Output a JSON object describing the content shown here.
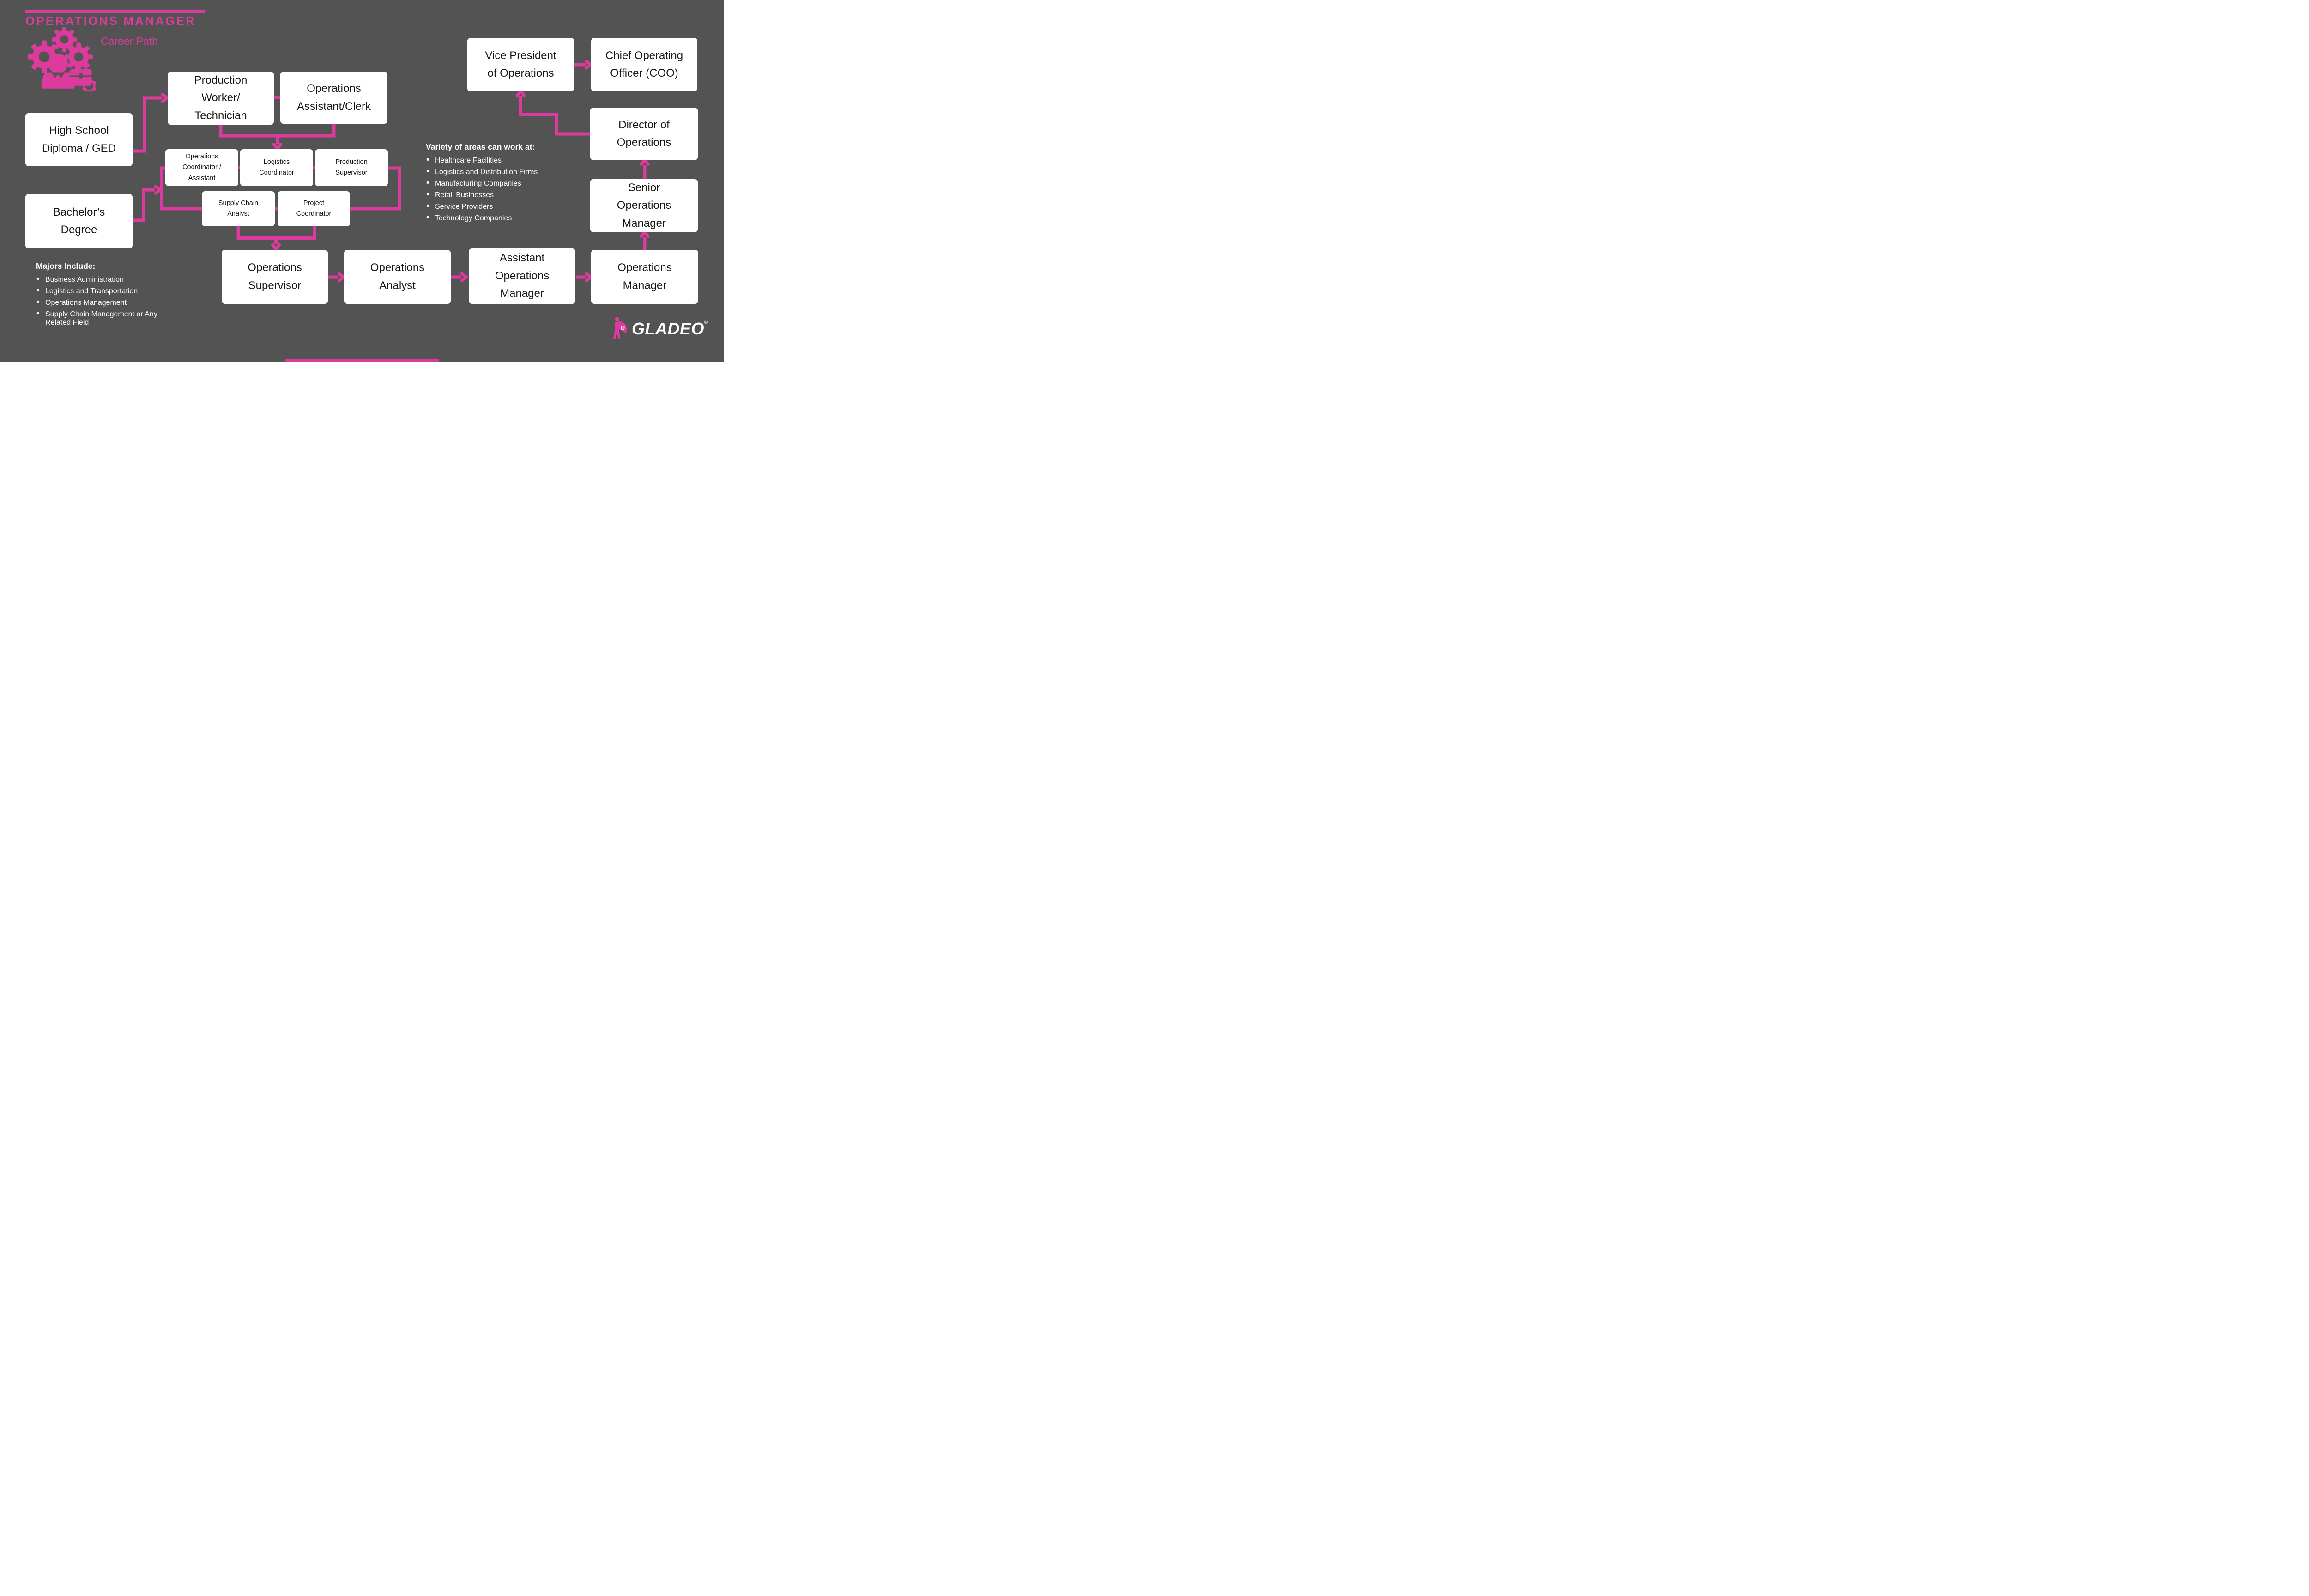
{
  "colors": {
    "background": "#545354",
    "accent": "#DC3A9C",
    "box_fill": "#FFFFFF",
    "box_text": "#141414",
    "list_text": "#FFFFFF"
  },
  "header": {
    "title": "OPERATIONS MANAGER",
    "subtitle": "Career Path",
    "icon": "gears-person-briefcase-icon"
  },
  "boxes": {
    "high_school": "High School\nDiploma / GED",
    "bachelors": "Bachelor’s\nDegree",
    "production_worker": "Production\nWorker/\nTechnician",
    "operations_assistant": "Operations\nAssistant/Clerk",
    "operations_coordinator": "Operations\nCoordinator /\nAssistant",
    "logistics_coordinator": "Logistics\nCoordinator",
    "production_supervisor": "Production\nSupervisor",
    "supply_chain_analyst": "Supply Chain\nAnalyst",
    "project_coordinator": "Project\nCoordinator",
    "operations_supervisor": "Operations\nSupervisor",
    "operations_analyst": "Operations\nAnalyst",
    "assistant_operations_manager": "Assistant\nOperations\nManager",
    "operations_manager": "Operations\nManager",
    "vice_president": "Vice President\nof Operations",
    "coo": "Chief Operating\nOfficer (COO)",
    "director": "Director of\nOperations",
    "senior_operations_manager": "Senior\nOperations\nManager"
  },
  "majors": {
    "heading": "Majors Include:",
    "items": [
      "Business Administration",
      "Logistics and Transportation",
      "Operations Management",
      "Supply Chain Management or Any Related Field"
    ]
  },
  "areas": {
    "heading": "Variety of areas can work at:",
    "items": [
      "Healthcare Facilities",
      "Logistics and Distribution Firms",
      "Manufacturing Companies",
      "Retail Businesses",
      "Service Providers",
      "Technology Companies"
    ]
  },
  "logo": {
    "text": "GLADEO",
    "registered": "®",
    "cape_letter": "G",
    "icon": "superhero-icon"
  }
}
